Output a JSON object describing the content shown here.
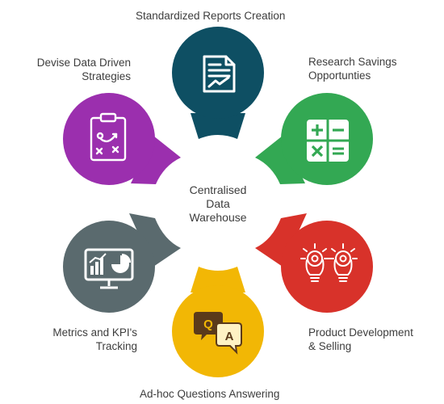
{
  "center": {
    "lines": [
      "Centralised",
      "Data",
      "Warehouse"
    ]
  },
  "nodes": [
    {
      "key": "standardized-reports",
      "label": "Standardized Reports Creation",
      "color": "#0e4f63",
      "icon": "report-chart-icon"
    },
    {
      "key": "research-savings",
      "label": [
        "Research Savings",
        "Opportunties"
      ],
      "color": "#33a853",
      "icon": "calculator-icon"
    },
    {
      "key": "product-development",
      "label": [
        "Product Development",
        "& Selling"
      ],
      "color": "#d8322a",
      "icon": "lightbulb-gears-icon"
    },
    {
      "key": "adhoc-questions",
      "label": "Ad-hoc Questions Answering",
      "color": "#f2b705",
      "icon": "qa-chat-icon"
    },
    {
      "key": "metrics-kpi",
      "label": [
        "Metrics and KPI's",
        "Tracking"
      ],
      "color": "#5a6a6e",
      "icon": "monitor-chart-icon"
    },
    {
      "key": "devise-strategies",
      "label": [
        "Devise Data Driven",
        "Strategies"
      ],
      "color": "#9b2fae",
      "icon": "strategy-clipboard-icon"
    }
  ]
}
